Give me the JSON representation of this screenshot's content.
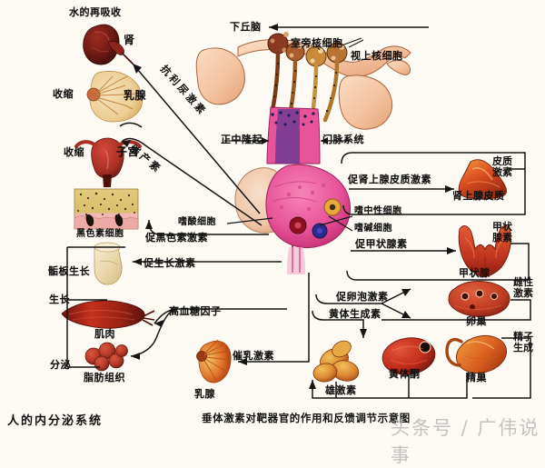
{
  "figure": {
    "caption": "垂体激素对靶器官的作用和反馈调节示意图",
    "left_title": "人的内分泌系统",
    "watermark": "头条号 / 广伟说事",
    "background_color": "#fdfaf3",
    "line_color": "#151515"
  },
  "labels": {
    "hypothalamus": "下丘脑",
    "paraventricular_nucleus_cell": "室旁核细胞",
    "supraoptic_nucleus_cell": "视上核细胞",
    "median_eminence": "正中隆起",
    "portal_system": "门脉系统",
    "water_reabsorption": "水的再吸收",
    "kidney": "肾",
    "contract_mammary": "收缩",
    "mammary_gland": "乳腺",
    "contract_uterus": "收缩",
    "uterus": "子宫",
    "melanocyte": "黑色素细胞",
    "epiphyseal_growth": "骺板生长",
    "growth": "生长",
    "muscle": "肌肉",
    "secretion": "分泌",
    "adipose_tissue": "脂肪组织",
    "mammary_gland_bottom": "乳腺",
    "eosinophil": "嗜酸细胞",
    "neutrophil": "嗜中性细胞",
    "basophil": "嗜碱细胞",
    "adrenal_cortex": "肾上腺皮质",
    "thyroid": "甲状腺",
    "ovary": "卵巢",
    "testis": "精巢",
    "corpus_luteum": "黄体酮"
  },
  "hormones": {
    "antidiuretic": "抗利尿激素",
    "oxytocin": "催产素",
    "melanocyte_stimulating": "促黑色素激素",
    "growth_hormone": "促生长激素",
    "hyperglycemic_factor": "高血糖因子",
    "prolactin": "催乳激素",
    "acth": "促肾上腺皮质激素",
    "tsh": "促甲状腺素",
    "fsh": "促卵泡激素",
    "lh": "黄体生成素",
    "androgen": "雄激素"
  },
  "feedback": {
    "cortical_hormone": [
      "皮质",
      "激素"
    ],
    "thyroxine": [
      "甲状",
      "腺素"
    ],
    "estrogen": [
      "雌性",
      "激素"
    ],
    "spermatogenesis": [
      "精子",
      "生成"
    ]
  }
}
